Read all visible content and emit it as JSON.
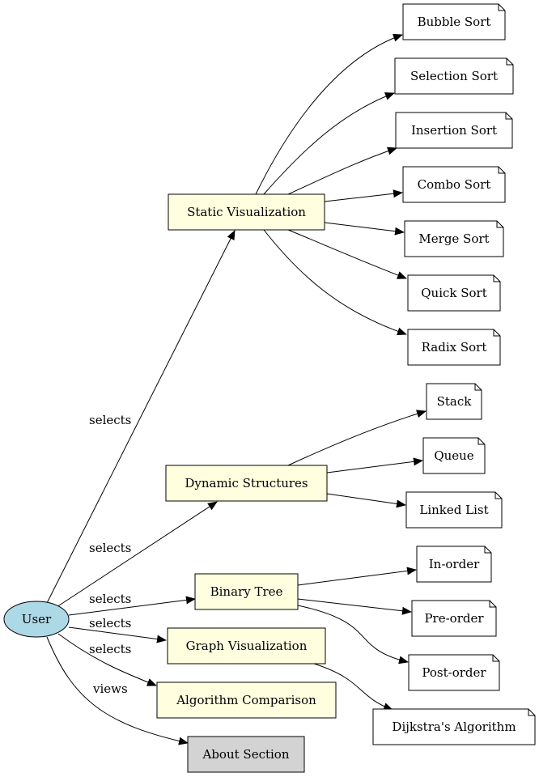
{
  "colors": {
    "user": "#add8e6",
    "category": "#ffffe0",
    "note": "#ffffff",
    "about": "#d3d3d3",
    "stroke": "#000000"
  },
  "nodes": {
    "user": "User",
    "static_visualization": "Static Visualization",
    "dynamic_structures": "Dynamic Structures",
    "binary_tree": "Binary Tree",
    "graph_visualization": "Graph Visualization",
    "algorithm_comparison": "Algorithm Comparison",
    "about_section": "About Section",
    "bubble_sort": "Bubble Sort",
    "selection_sort": "Selection Sort",
    "insertion_sort": "Insertion Sort",
    "combo_sort": "Combo Sort",
    "merge_sort": "Merge Sort",
    "quick_sort": "Quick Sort",
    "radix_sort": "Radix Sort",
    "stack": "Stack",
    "queue": "Queue",
    "linked_list": "Linked List",
    "in_order": "In-order",
    "pre_order": "Pre-order",
    "post_order": "Post-order",
    "dijkstra": "Dijkstra's Algorithm"
  },
  "edge_labels": {
    "to_static": "selects",
    "to_dynamic": "selects",
    "to_binary": "selects",
    "to_graph": "selects",
    "to_comparison": "selects",
    "to_about": "views"
  }
}
